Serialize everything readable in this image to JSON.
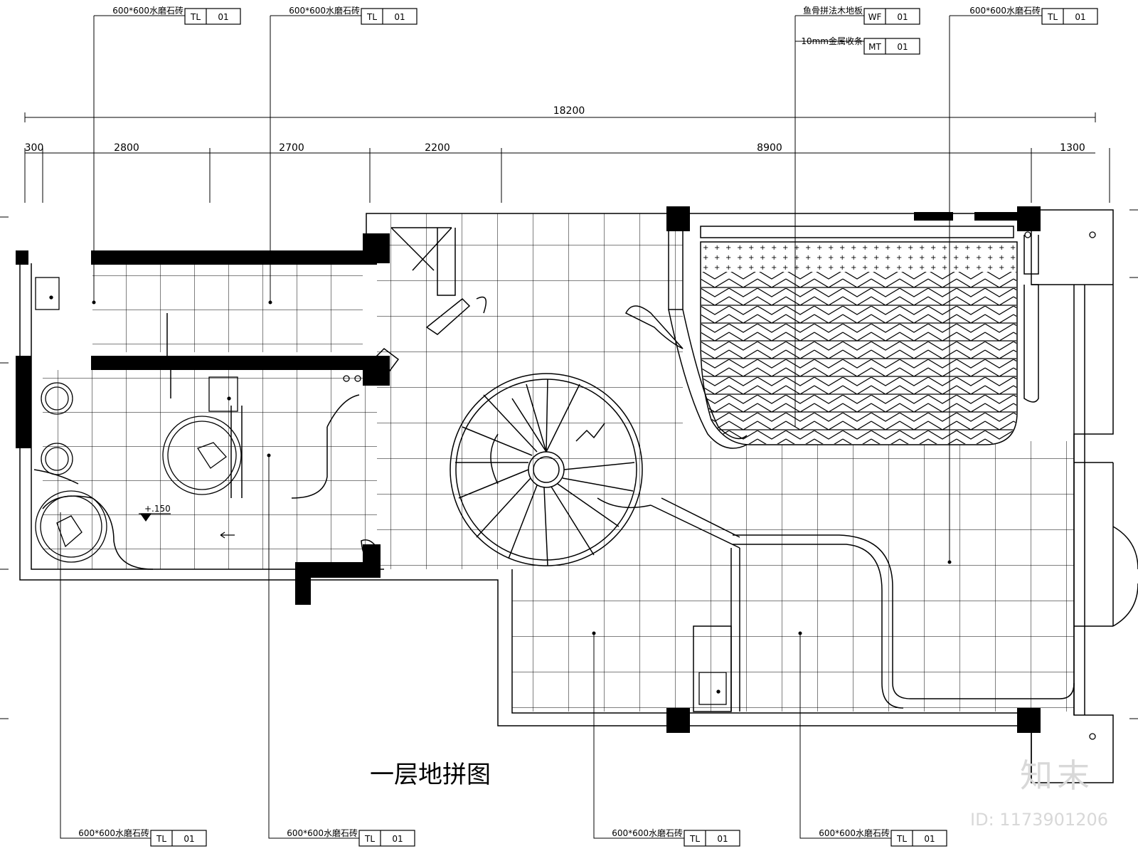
{
  "title": "一层地拼图",
  "dimensions": {
    "overall": "18200",
    "segments": [
      "300",
      "2800",
      "2700",
      "2200",
      "8900",
      "1300"
    ]
  },
  "level_mark": "+.150",
  "callouts": [
    {
      "label": "600*600水磨石砖",
      "code": "TL",
      "num": "01"
    },
    {
      "label": "600*600水磨石砖",
      "code": "TL",
      "num": "01"
    },
    {
      "label": "鱼骨拼法木地板",
      "code": "WF",
      "num": "01"
    },
    {
      "label": "10mm金属收条",
      "code": "MT",
      "num": "01"
    },
    {
      "label": "600*600水磨石砖",
      "code": "TL",
      "num": "01"
    },
    {
      "label": "600*600水磨石砖",
      "code": "TL",
      "num": "01"
    },
    {
      "label": "600*600水磨石砖",
      "code": "TL",
      "num": "01"
    },
    {
      "label": "600*600水磨石砖",
      "code": "TL",
      "num": "01"
    },
    {
      "label": "600*600水磨石砖",
      "code": "TL",
      "num": "01"
    }
  ],
  "watermark": {
    "logo": "知末",
    "id": "ID: 1173901206"
  }
}
